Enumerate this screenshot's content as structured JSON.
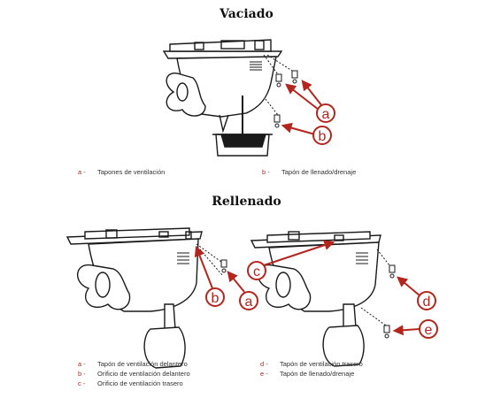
{
  "section_drain": {
    "title": "Vaciado",
    "callouts": [
      "a",
      "b"
    ],
    "legend": [
      {
        "key": "a -",
        "text": "Tapones de ventilación"
      },
      {
        "key": "b -",
        "text": "Tapón de llenado/drenaje"
      }
    ]
  },
  "section_refill": {
    "title": "Rellenado",
    "callouts_left": [
      "b",
      "a"
    ],
    "callouts_right": [
      "c",
      "d",
      "e"
    ],
    "legend_left": [
      {
        "key": "a -",
        "text": "Tapón de ventilación delantero"
      },
      {
        "key": "b -",
        "text": "Orificio de ventilación delantero"
      },
      {
        "key": "c -",
        "text": "Orificio de ventilación trasero"
      }
    ],
    "legend_right": [
      {
        "key": "d -",
        "text": "Tapón de ventilación trasero"
      },
      {
        "key": "e -",
        "text": "Tapón de llenado/drenaje"
      }
    ]
  },
  "colors": {
    "accent": "#b3261e",
    "line": "#1a1a1a"
  }
}
